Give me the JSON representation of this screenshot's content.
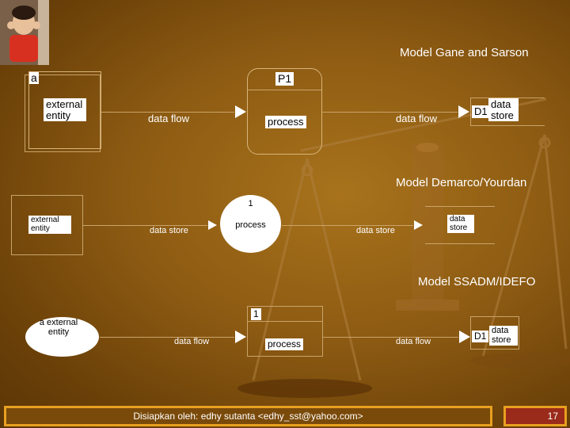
{
  "headings": {
    "gane_sarson": "Model Gane and Sarson",
    "demarco_yourdan": "Model Demarco/Yourdan",
    "ssadm_idefo": "Model SSADM/IDEFO"
  },
  "gane_sarson": {
    "entity_id": "a",
    "entity_label": "external entity",
    "flow_in": "data flow",
    "process_id": "P1",
    "process_label": "process",
    "flow_out": "data flow",
    "store_id": "D1",
    "store_label": "data store"
  },
  "demarco": {
    "entity_label": "external entity",
    "flow_in": "data store",
    "process_id": "1",
    "process_label": "process",
    "flow_out": "data store",
    "store_label": "data store"
  },
  "ssadm": {
    "entity_label": "a external entity",
    "flow_in": "data flow",
    "process_id": "1",
    "process_label": "process",
    "flow_out": "data flow",
    "store_id": "D1",
    "store_label": "data store"
  },
  "footer": {
    "credit": "Disiapkan oleh: edhy sutanta <edhy_sst@yahoo.com>",
    "page_number": "17"
  },
  "colors": {
    "background": "#8c5a12",
    "line": "#c9a46a",
    "footer_border": "#e8a020",
    "page_badge": "#9a2a1a"
  }
}
